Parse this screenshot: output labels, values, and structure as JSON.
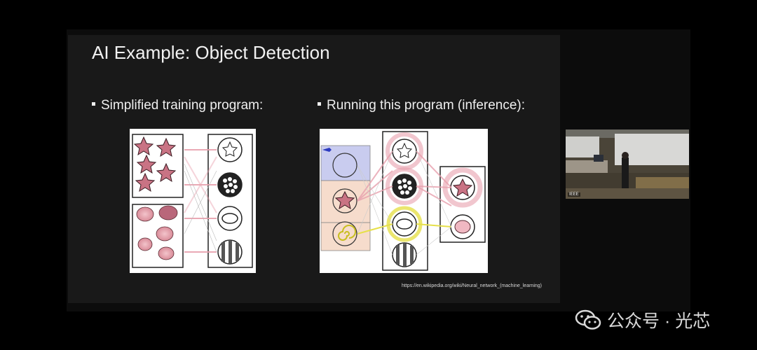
{
  "slide": {
    "title": "AI Example: Object Detection",
    "bullets": [
      "Simplified training program:",
      "Running this program (inference):"
    ],
    "source_url": "https://en.wikipedia.org/wiki/Neural_network_(machine_learning)"
  },
  "camera": {
    "badge": "IEEE"
  },
  "watermark": {
    "text": "公众号 · 光芯",
    "icon": "wechat-icon"
  },
  "colors": {
    "background": "#000000",
    "slide": "#191919",
    "text": "#efefef",
    "highlight_pink": "#e8a0ad",
    "highlight_yellow": "#e6e04a"
  }
}
